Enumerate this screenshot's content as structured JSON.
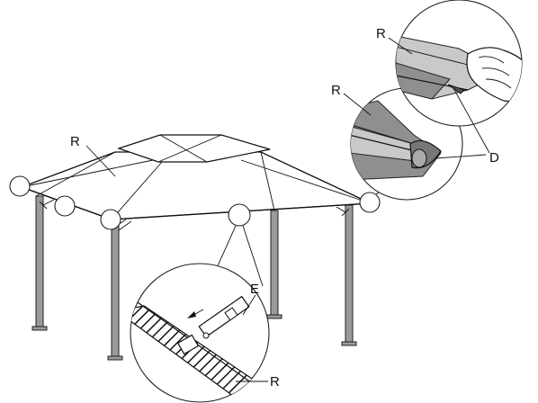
{
  "labels": {
    "canopy_main": "R",
    "detail_top": "R",
    "detail_middle": "R",
    "detail_bottom": "R",
    "hook_d": "D",
    "clip_e": "E"
  }
}
